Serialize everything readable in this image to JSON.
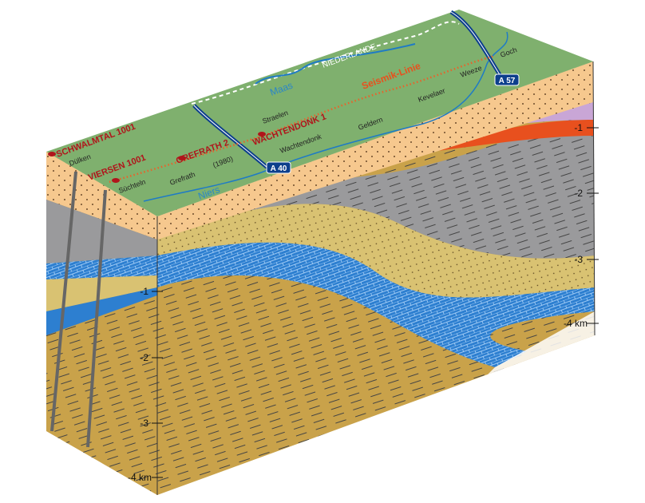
{
  "map": {
    "wells": [
      "SCHWALMTAL 1001",
      "VIERSEN 1001",
      "GREFRATH 2",
      "(1980)",
      "WACHTENDONK 1"
    ],
    "towns": [
      "Dülken",
      "Süchteln",
      "Grefrath",
      "Straelen",
      "Wachtendonk",
      "Geldern",
      "Kevelaer",
      "Weeze",
      "Goch"
    ],
    "rivers": [
      "Maas",
      "Niers"
    ],
    "country": "NIEDERLANDE",
    "seismic_line": "Seismik-Linie",
    "highways": [
      "A 40",
      "A 57"
    ]
  },
  "depth_scale_front": [
    "-1",
    "-2",
    "-3",
    "-4 km"
  ],
  "depth_scale_left": [
    "-1",
    "-2",
    "-3",
    "-4 km"
  ],
  "colors": {
    "surface": "#7fb06e",
    "sand": "#f6c88e",
    "gray": "#9a9a9c",
    "yellow": "#d9c272",
    "limestone": "#2d7fd0",
    "brown": "#c9a24a",
    "red": "#e8501e",
    "purple": "#c9a6d6",
    "highway": "#0d3f8c"
  }
}
